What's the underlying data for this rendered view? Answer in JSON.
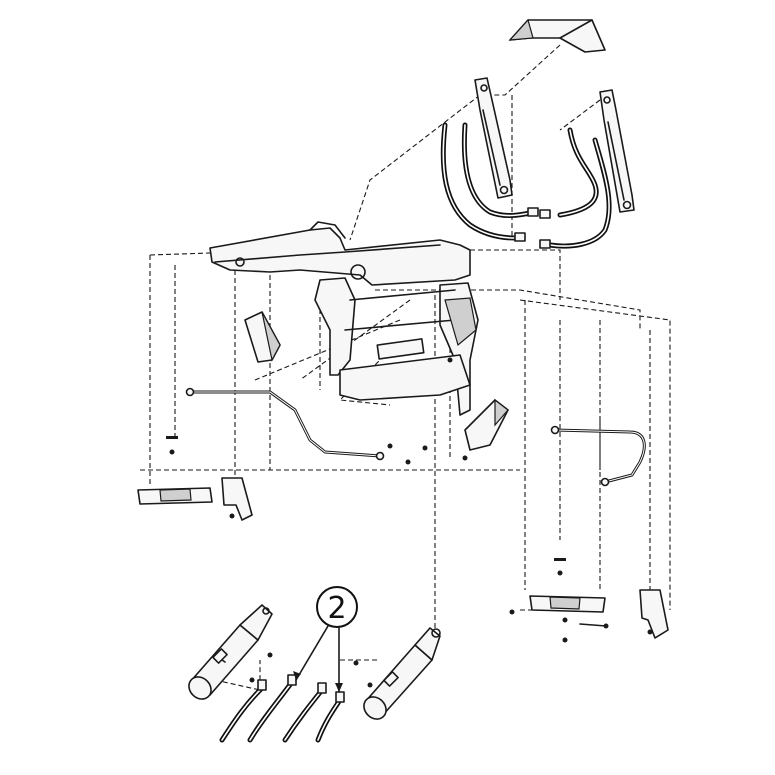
{
  "diagram": {
    "callouts": [
      {
        "label": "2"
      }
    ],
    "parts": [
      "bucket-guard",
      "left-lift-cylinder-bracket",
      "right-lift-cylinder-bracket",
      "upper-hydraulic-hoses",
      "loader-mount-frame",
      "left-steel-hydraulic-line",
      "right-steel-hydraulic-line",
      "left-frame-support",
      "right-frame-support",
      "left-lift-cylinder",
      "right-lift-cylinder",
      "lower-hydraulic-hoses",
      "hardware-fasteners"
    ]
  }
}
